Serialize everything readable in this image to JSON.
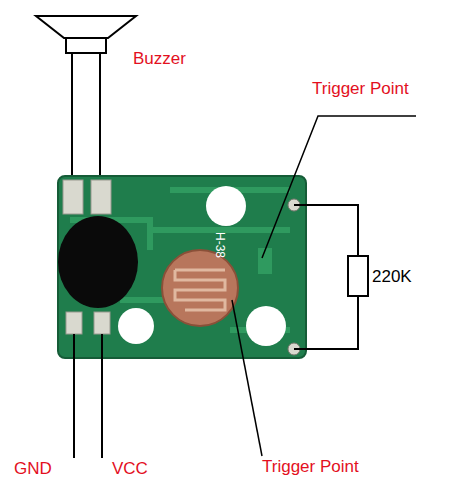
{
  "diagram": {
    "labels": [
      "Buzzer",
      "Trigger Point",
      "H-38",
      "220K",
      "Trigger Point",
      "GND",
      "VCC"
    ]
  }
}
